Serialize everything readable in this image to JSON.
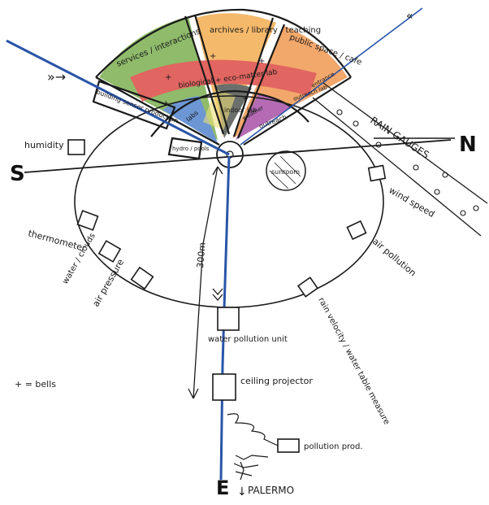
{
  "compass": {
    "south": "S",
    "north": "N",
    "east": "E"
  },
  "wedges": {
    "services": "services / interactions",
    "archives": "archives / library / teaching",
    "public": "public space / cafe",
    "bio": "biological + eco-matter lab",
    "building": "building sensor production",
    "labs": "labs",
    "outreach": "outreach",
    "indoor": "indoor lab",
    "hydro": "hydro / pools",
    "outreach_lab": "outreach lab",
    "entrance": "entrance",
    "weather": "weather"
  },
  "stations": {
    "humidity": "humidity",
    "thermometer": "thermometer",
    "water_clouds": "water / clouds",
    "air_pressure": "air pressure",
    "wind_speed": "wind speed",
    "air_pollution": "air pollution",
    "rain_velocity": "rain velocity / water table measure",
    "rain_gauges": "RAIN GAUGES",
    "water_pollution": "water pollution unit",
    "ceiling_projector": "ceiling projector",
    "pollution_prod": "pollution prod.",
    "sunroom": "sunroom"
  },
  "path": {
    "distance": "300m",
    "destination": "PALERMO"
  },
  "legend": "+ = bells",
  "colors": {
    "ink": "#1a1a1a",
    "blue_line": "#2a55a8",
    "green": "#6aa53a",
    "orange": "#f2a23a",
    "red": "#d8322c",
    "blue": "#3b73c6",
    "purple": "#9b3a9c"
  }
}
